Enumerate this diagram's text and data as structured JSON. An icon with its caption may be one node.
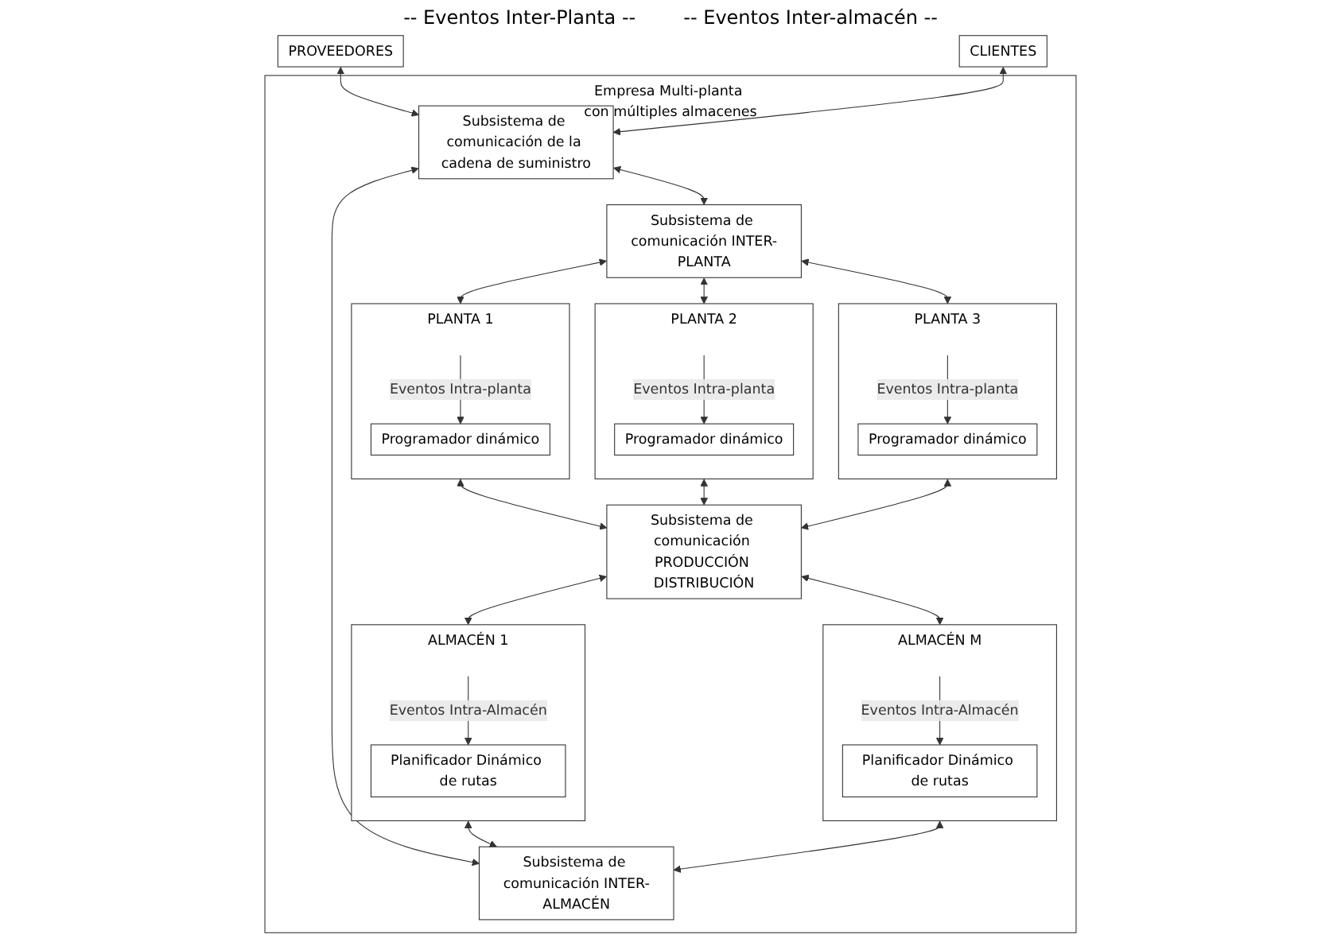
{
  "diagram": {
    "nodes": [
      {
        "text": [
          "Empresa Multi-planta con múltiples almacenes"
        ]
      },
      {
        "text": [
          "PROVEEDORES"
        ]
      },
      {
        "text": [
          "CLIENTES"
        ]
      },
      {
        "text": [
          "Subsistema de comunicación de la cadena de suministro"
        ],
        "in": 0
      },
      {
        "text": [
          "Subsistema de comunicación INTER-PLANTA"
        ],
        "in": 0
      },
      {
        "text": [
          "PLANTA 1"
        ],
        "in": 0
      },
      {
        "text": [
          "Programador dinámico"
        ],
        "in": 5
      },
      {
        "text": [
          "PLANTA 2"
        ],
        "in": 0
      },
      {
        "text": [
          "Programador dinámico"
        ],
        "in": 7
      },
      {
        "text": [
          "PLANTA 3"
        ],
        "in": 0
      },
      {
        "text": [
          "Programador dinámico"
        ],
        "in": 9
      },
      {
        "text": [
          "Subsistema de comunicación PRODUCCIÓN DISTRIBUCIÓN"
        ],
        "in": 0
      },
      {
        "text": [
          "ALMACÉN 1"
        ],
        "in": 0
      },
      {
        "text": [
          "Planificador Dinámico de rutas"
        ],
        "in": 12
      },
      {
        "text": [
          "ALMACÉN M"
        ],
        "in": 0
      },
      {
        "text": [
          "Planificador Dinámico de rutas"
        ],
        "in": 14
      },
      {
        "text": [
          "Subsistema de comunicación INTER-ALMACÉN"
        ],
        "in": 0
      }
    ],
    "edges": [
      {
        "from": 1,
        "to": 3,
        "arrow": "both"
      },
      {
        "from": 2,
        "to": 3,
        "arrow": "both"
      },
      {
        "from": 3,
        "to": 4,
        "arrow": "both"
      },
      {
        "from": 3,
        "to": 16,
        "arrow": "both"
      },
      {
        "from": 4,
        "to": 5,
        "arrow": "both"
      },
      {
        "from": 4,
        "to": 7,
        "arrow": "both"
      },
      {
        "from": 4,
        "to": 9,
        "arrow": "both"
      },
      {
        "from": null,
        "to": 6,
        "arrow": "to",
        "label": "Eventos Intra-planta"
      },
      {
        "from": null,
        "to": 8,
        "arrow": "to",
        "label": "Eventos Intra-planta"
      },
      {
        "from": null,
        "to": 10,
        "arrow": "to",
        "label": "Eventos Intra-planta"
      },
      {
        "from": 5,
        "to": 11,
        "arrow": "both"
      },
      {
        "from": 7,
        "to": 11,
        "arrow": "both"
      },
      {
        "from": 9,
        "to": 11,
        "arrow": "both"
      },
      {
        "from": 11,
        "to": 12,
        "arrow": "both"
      },
      {
        "from": 11,
        "to": 14,
        "arrow": "both"
      },
      {
        "from": null,
        "to": 13,
        "arrow": "to",
        "label": "Eventos Intra-Almacén"
      },
      {
        "from": null,
        "to": 15,
        "arrow": "to",
        "label": "Eventos Intra-Almacén"
      },
      {
        "from": 12,
        "to": 16,
        "arrow": "both"
      },
      {
        "from": 14,
        "to": 16,
        "arrow": "both"
      }
    ],
    "labels": [
      "-- Eventos Inter-Planta --",
      "-- Eventos Inter-almacén --"
    ]
  }
}
